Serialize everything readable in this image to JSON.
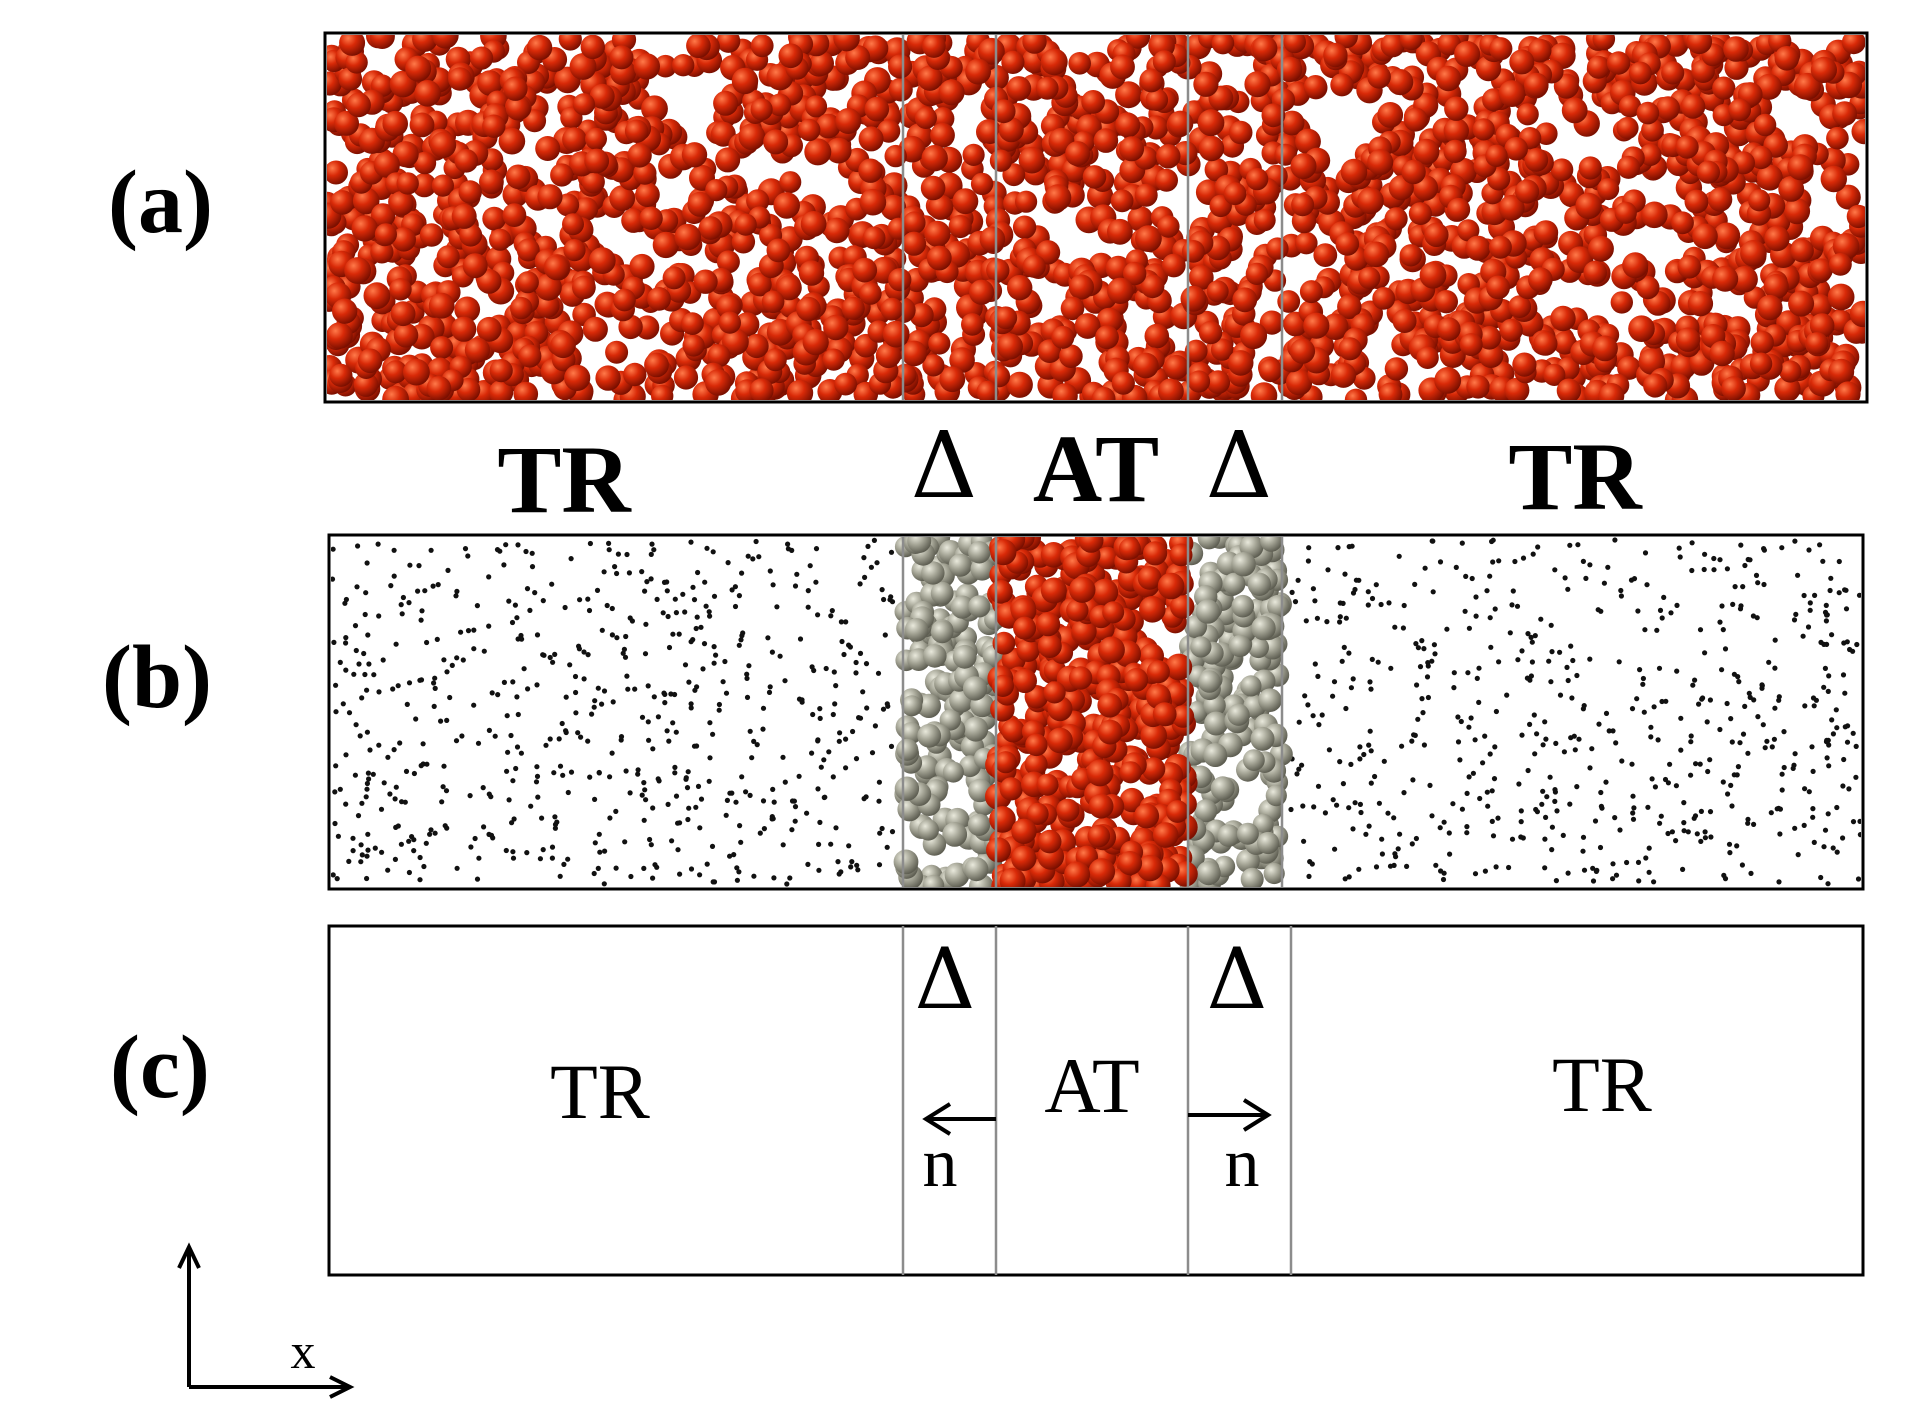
{
  "panels": {
    "a": {
      "label": "(a)"
    },
    "b": {
      "label": "(b)"
    },
    "c": {
      "label": "(c)"
    }
  },
  "regions": {
    "tr_left": "TR",
    "delta_left": "Δ",
    "at": "AT",
    "delta_right": "Δ",
    "tr_right": "TR"
  },
  "panel_c": {
    "tr_left": "TR",
    "delta_left": "Δ",
    "at": "AT",
    "delta_right": "Δ",
    "tr_right": "TR",
    "normal_left": "n",
    "normal_right": "n"
  },
  "axis": {
    "x_label": "x"
  },
  "colors": {
    "atomistic_particle": "#cc2200",
    "hybrid_particle": "#9c9c8c",
    "coarse_point": "#111111",
    "region_divider": "#8c8c8c"
  }
}
